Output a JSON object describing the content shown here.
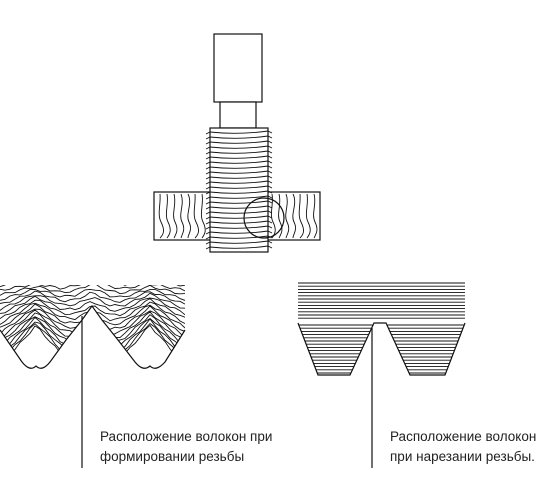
{
  "captions": {
    "forming": {
      "line1": "Расположение волокон при",
      "line2": "формировании резьбы"
    },
    "cutting": {
      "line1": "Расположение волокон",
      "line2": "при нарезании резьбы."
    }
  },
  "colors": {
    "stroke": "#111111",
    "text": "#222222",
    "background": "#ffffff"
  }
}
